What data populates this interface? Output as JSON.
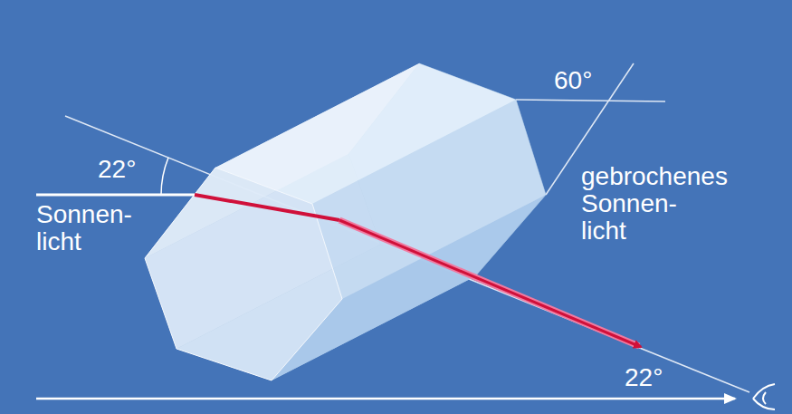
{
  "diagram": {
    "labels": [
      "22°",
      "Sonnen- licht",
      "60°",
      "gebrochenes Sonnen- licht",
      "22°"
    ]
  }
}
